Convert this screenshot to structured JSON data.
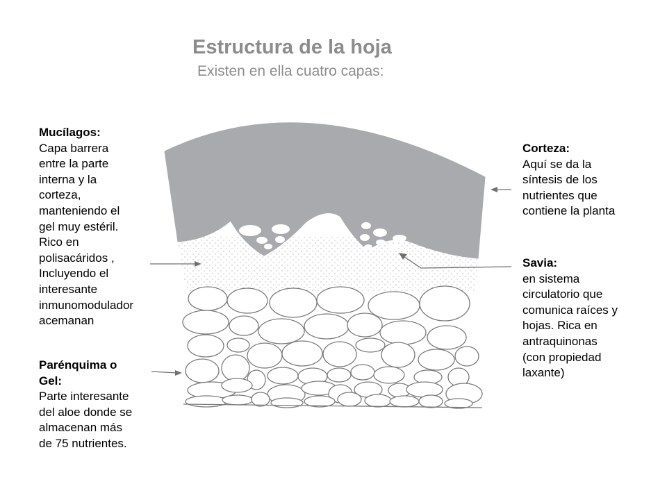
{
  "title": "Estructura de la hoja",
  "subtitle": "Existen en ella cuatro capas:",
  "labels": {
    "mucilagos": {
      "head": "Mucílagos:",
      "body": "Capa barrera\nentre la parte\ninterna y la\ncorteza,\nmanteniendo el\ngel muy estéril.\nRico en\npolisacáridos ,\nIncluyendo el\ninteresante\ninmunomodulador\nacemanan"
    },
    "parenquima": {
      "head": "Parénquima o\nGel:",
      "body": "Parte interesante\ndel aloe donde se\nalmacenan más\nde 75 nutrientes."
    },
    "corteza": {
      "head": "Corteza:",
      "body": "Aquí se da la\nsíntesis de los\nnutrientes que\ncontiene la planta"
    },
    "savia": {
      "head": "Savia:",
      "body": "en sistema\ncirculatorio que\ncomunica raíces y\nhojas. Rica en\nantraquinonas\n(con propiedad\nlaxante)"
    }
  },
  "colors": {
    "cortex": "#a8aaad",
    "outline": "#7a7a7a",
    "title": "#8c8c8c"
  }
}
